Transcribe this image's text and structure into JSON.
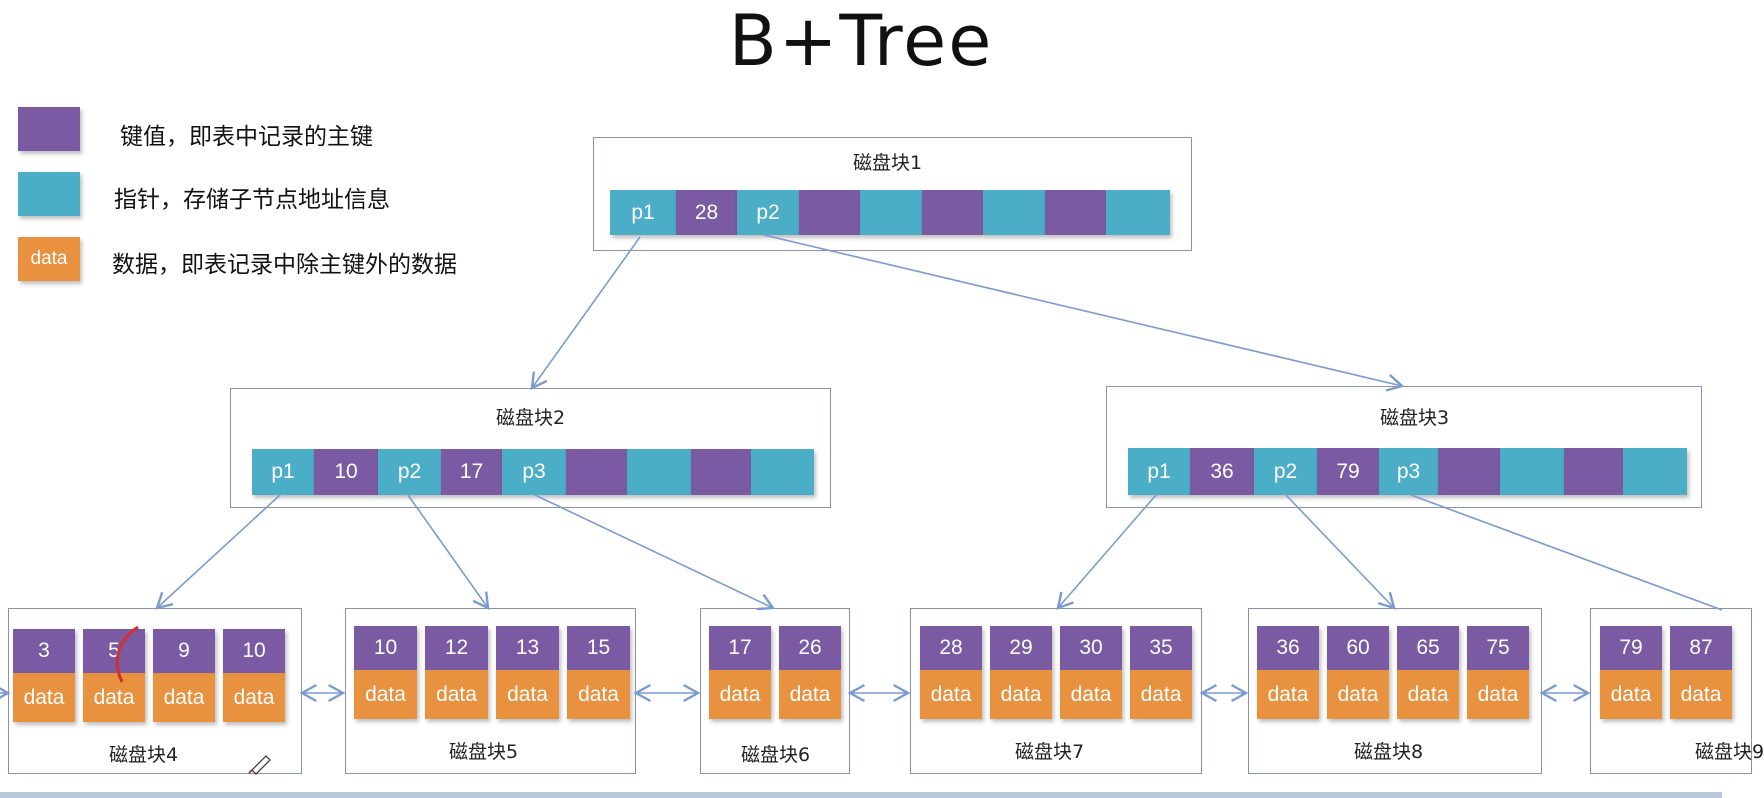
{
  "title": "B+Tree",
  "legend": [
    {
      "swatch_text": "",
      "label": "键值，即表中记录的主键"
    },
    {
      "swatch_text": "",
      "label": "指针，存储子节点地址信息"
    },
    {
      "swatch_text": "data",
      "label": "数据，即表记录中除主键外的数据"
    }
  ],
  "colors": {
    "key": "#7a5aa3",
    "pointer": "#4badc6",
    "data": "#e8913f",
    "line": "#7b9bd0"
  },
  "root": {
    "label": "磁盘块1",
    "cells": [
      "p1",
      "28",
      "p2",
      "",
      "",
      "",
      "",
      "",
      ""
    ]
  },
  "inner": [
    {
      "label": "磁盘块2",
      "cells": [
        "p1",
        "10",
        "p2",
        "17",
        "p3",
        "",
        "",
        "",
        ""
      ]
    },
    {
      "label": "磁盘块3",
      "cells": [
        "p1",
        "36",
        "p2",
        "79",
        "p3",
        "",
        "",
        "",
        ""
      ]
    }
  ],
  "leaves": [
    {
      "label": "磁盘块4",
      "keys": [
        "3",
        "5",
        "9",
        "10"
      ]
    },
    {
      "label": "磁盘块5",
      "keys": [
        "10",
        "12",
        "13",
        "15"
      ]
    },
    {
      "label": "磁盘块6",
      "keys": [
        "17",
        "26"
      ]
    },
    {
      "label": "磁盘块7",
      "keys": [
        "28",
        "29",
        "30",
        "35"
      ]
    },
    {
      "label": "磁盘块8",
      "keys": [
        "36",
        "60",
        "65",
        "75"
      ]
    },
    {
      "label": "磁盘块9",
      "keys": [
        "79",
        "87"
      ]
    }
  ],
  "data_label": "data"
}
